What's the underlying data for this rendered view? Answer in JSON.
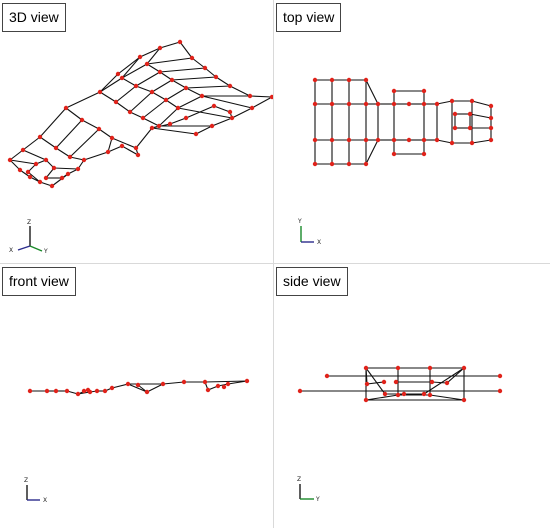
{
  "views": [
    {
      "id": "3d",
      "title": "3D view",
      "axes": [
        "Z",
        "X",
        "Y"
      ]
    },
    {
      "id": "top",
      "title": "top view",
      "axes": [
        "Y",
        "X"
      ]
    },
    {
      "id": "front",
      "title": "front view",
      "axes": [
        "Z",
        "X"
      ]
    },
    {
      "id": "side",
      "title": "side view",
      "axes": [
        "Z",
        "Y"
      ]
    }
  ],
  "colors": {
    "edge": "#111111",
    "node": "#e0231b",
    "axis_x": "#2b2b8c",
    "axis_y": "#1a8a2a",
    "axis_z": "#1a1a1a",
    "divider": "#d9d9d9"
  }
}
